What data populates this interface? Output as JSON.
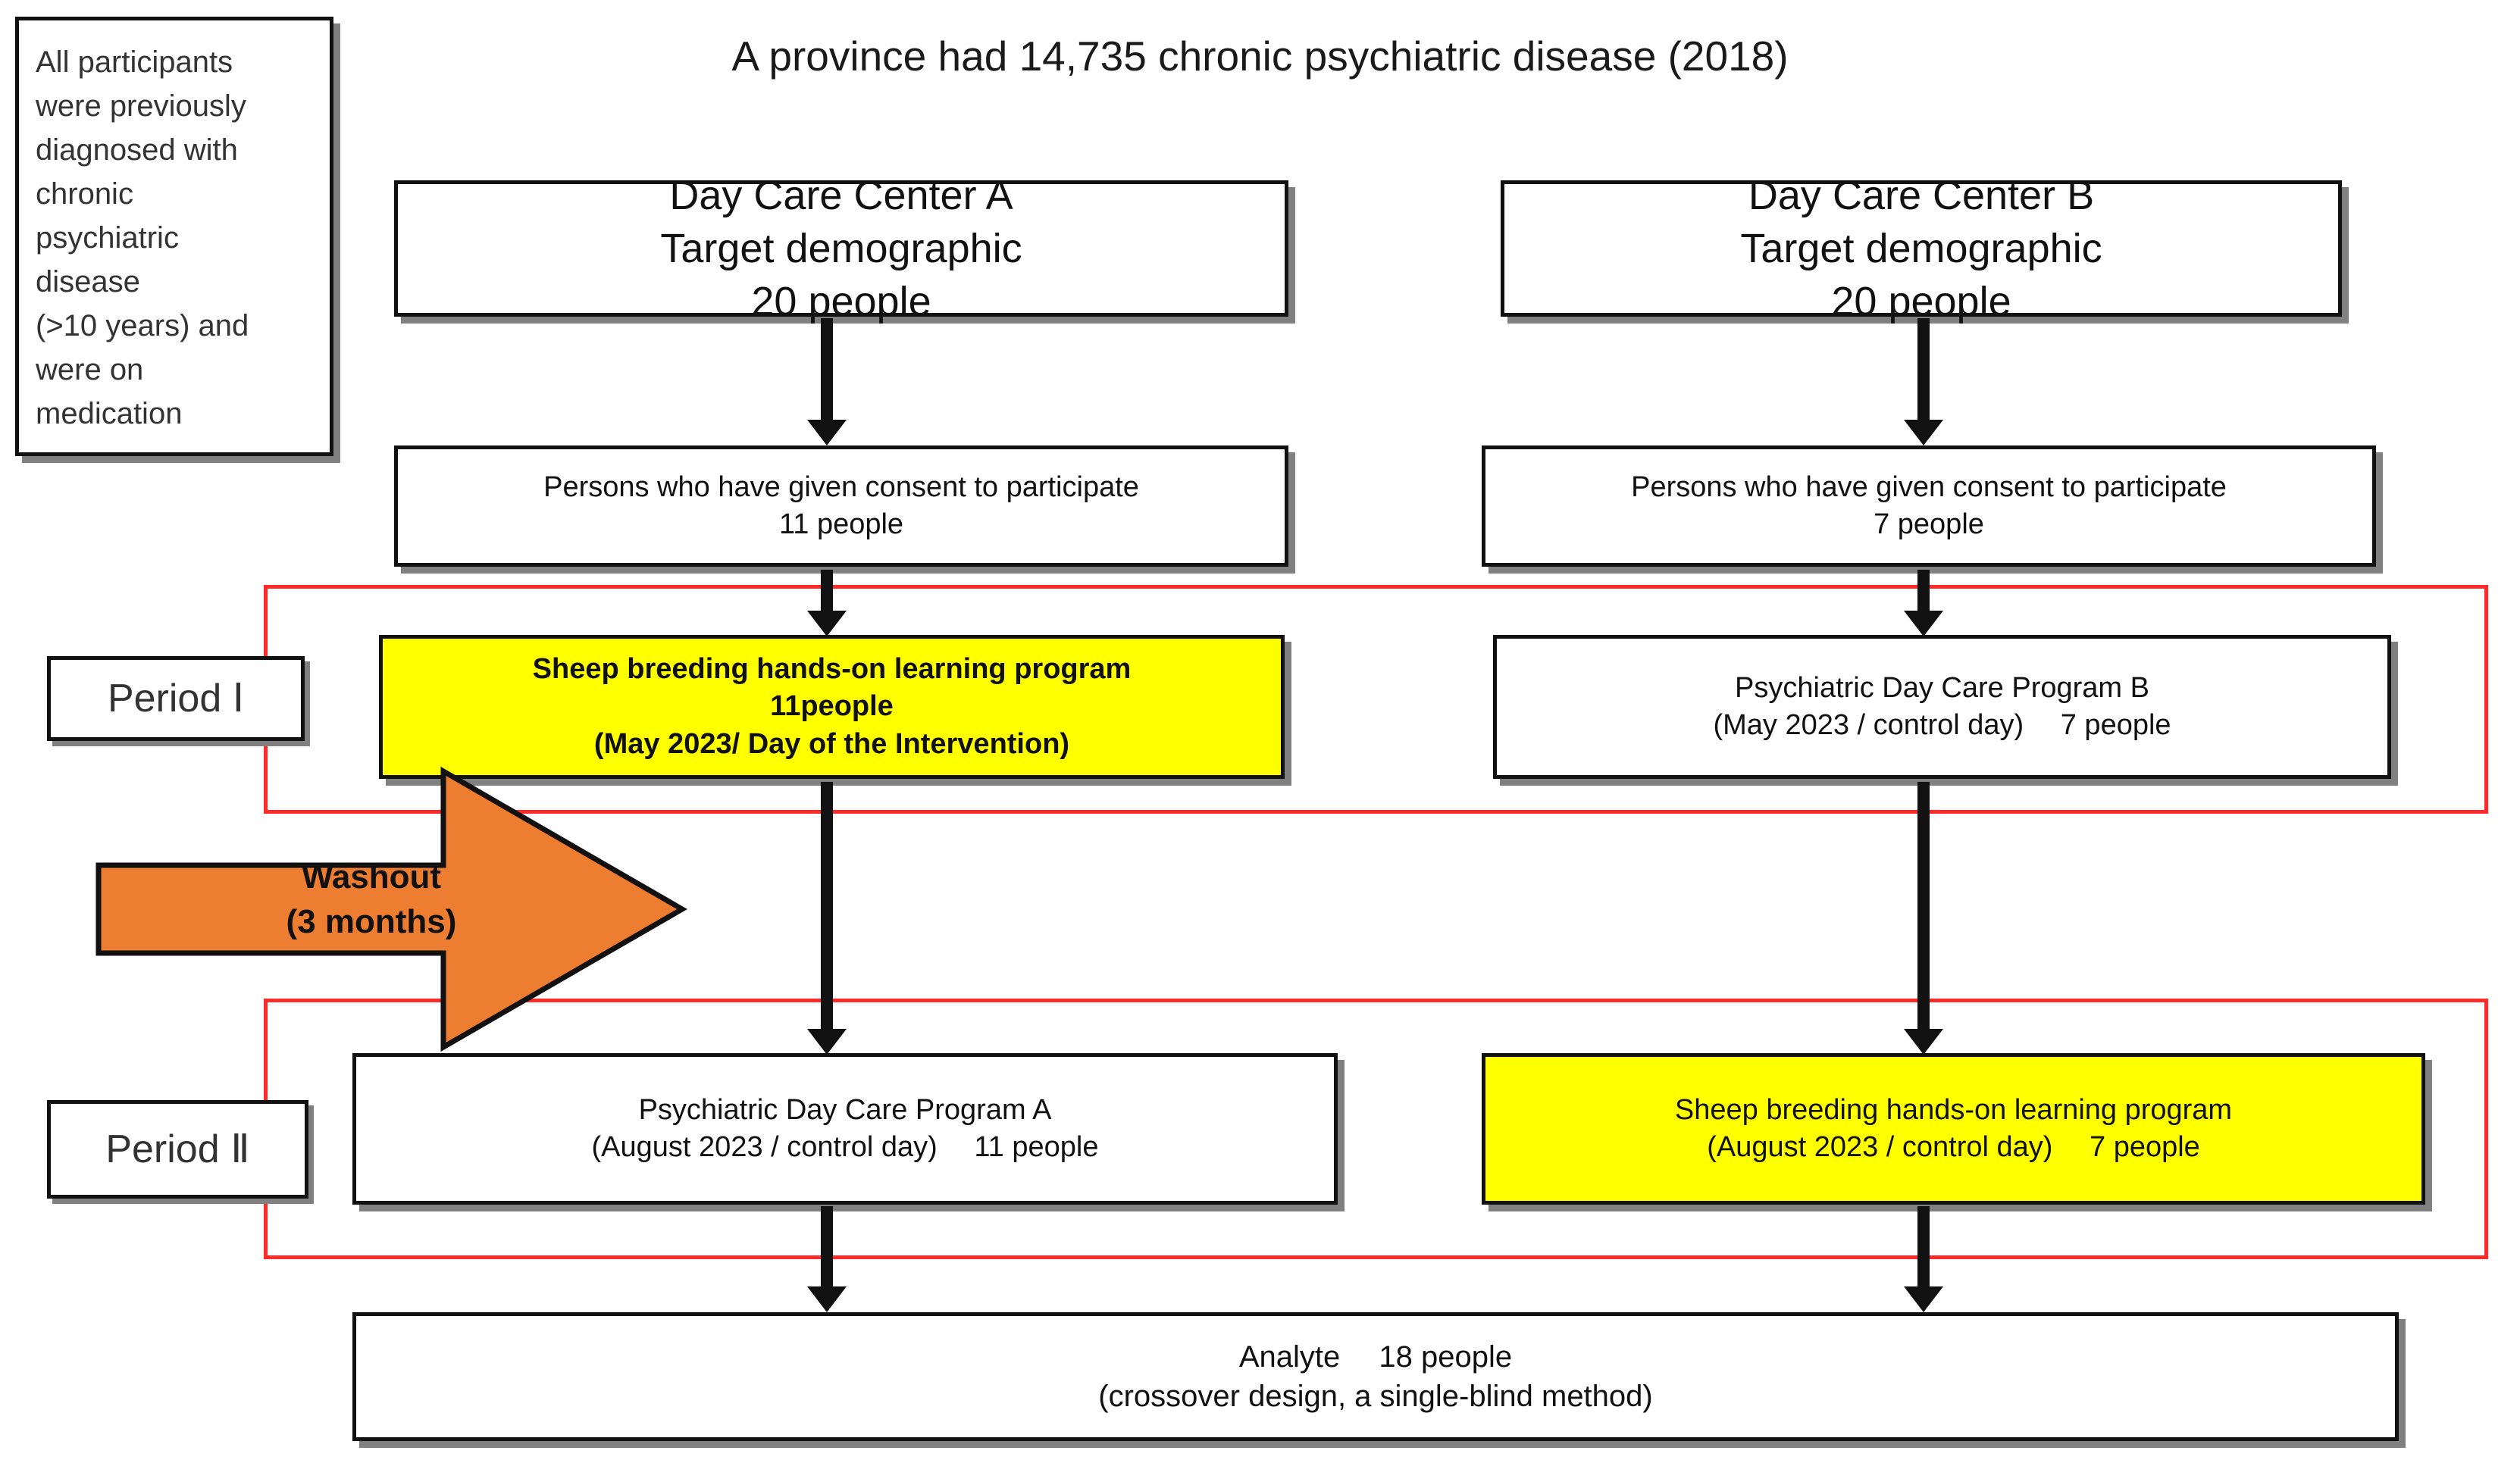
{
  "title": "A province had 14,735 chronic psychiatric disease (2018)",
  "note": {
    "lines": [
      " All participants",
      "were previously",
      "diagnosed with",
      "chronic",
      "psychiatric",
      "disease",
      " (>10 years) and",
      "were on",
      "medication"
    ]
  },
  "colors": {
    "highlight_yellow": "#FFFF00",
    "period_frame_red": "#FF2A2A",
    "washout_orange": "#ED7D31",
    "box_border": "#111111",
    "box_shadow_gray": "#808080"
  },
  "centers": {
    "a": {
      "line1": "Day Care Center A",
      "line2": "Target demographic",
      "line3": "20 people"
    },
    "b": {
      "line1": "Day Care Center B",
      "line2": "Target demographic",
      "line3": "20 people"
    }
  },
  "consent": {
    "a": {
      "line1": "Persons who have given consent to participate",
      "line2": "11 people"
    },
    "b": {
      "line1": "Persons who have given consent to participate",
      "line2": "7 people"
    }
  },
  "period1": {
    "label": "Period Ⅰ",
    "a": {
      "line1": "Sheep breeding hands-on learning program",
      "line2": "11people",
      "line3": "(May 2023/ Day of the Intervention)"
    },
    "b": {
      "line1": "Psychiatric Day Care Program B",
      "line2": "(May 2023 / control day)  7 people"
    }
  },
  "period2": {
    "label": "Period Ⅱ",
    "a": {
      "line1": "Psychiatric Day Care Program A",
      "line2": "(August 2023 / control day)  11 people"
    },
    "b": {
      "line1": "Sheep breeding hands-on learning program",
      "line2": "(August 2023 / control day)  7 people"
    }
  },
  "washout": {
    "line1": "Washout",
    "line2": "(3 months)"
  },
  "analyte": {
    "line1": "Analyte  18 people",
    "line2": "(crossover design, a single-blind method)"
  }
}
